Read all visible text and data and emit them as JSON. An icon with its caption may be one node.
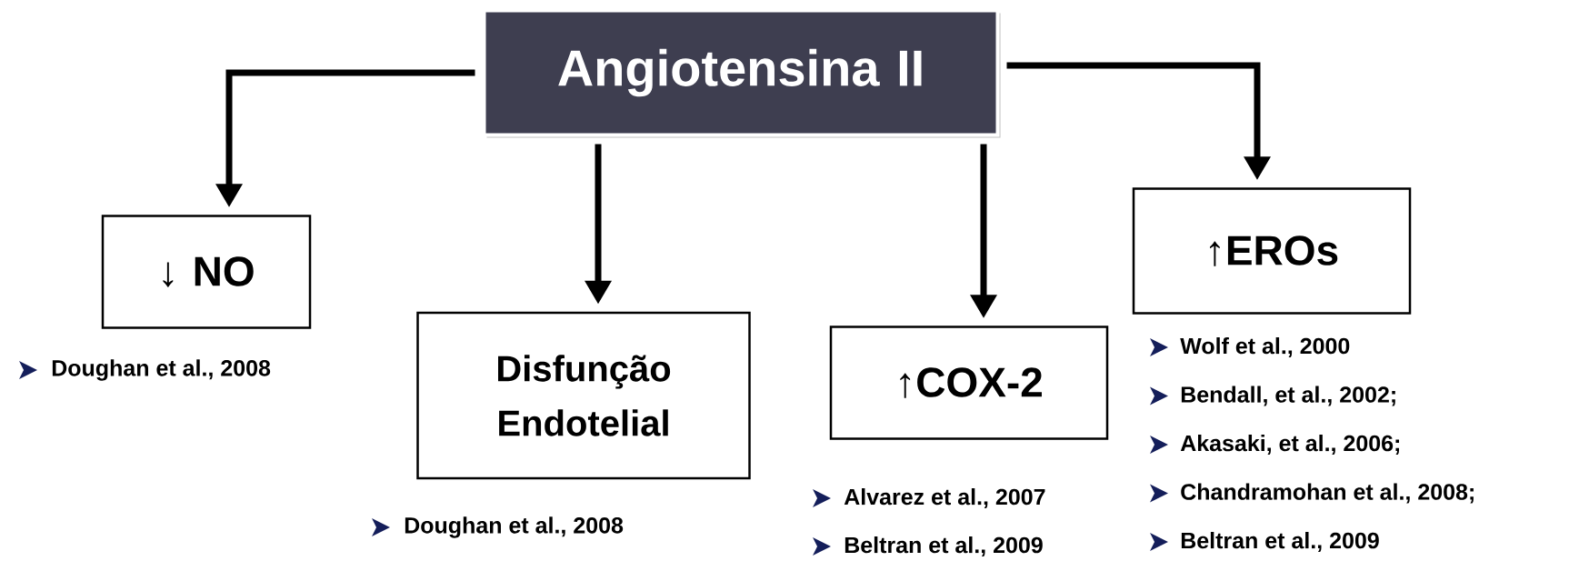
{
  "diagram": {
    "nodes": [
      {
        "text": [
          "Angiotensina II"
        ]
      },
      {
        "text": [
          "↓ NO"
        ],
        "beside": [
          "Doughan et al., 2008"
        ]
      },
      {
        "text": [
          "Disfunção Endotelial"
        ],
        "beside": [
          "Doughan et al., 2008"
        ]
      },
      {
        "text": [
          "↑COX-2"
        ],
        "beside": [
          "Alvarez et al., 2007",
          "Beltran et al., 2009"
        ]
      },
      {
        "text": [
          "↑EROs"
        ],
        "beside": [
          "Wolf et al., 2000",
          "Bendall, et al., 2002;",
          "Akasaki, et al., 2006;",
          "Chandramohan et al., 2008;",
          "Beltran et al., 2009"
        ]
      }
    ],
    "edges": [
      {
        "from": 0,
        "to": 1,
        "arrow": "to"
      },
      {
        "from": 0,
        "to": 2,
        "arrow": "to"
      },
      {
        "from": 0,
        "to": 3,
        "arrow": "to"
      },
      {
        "from": 0,
        "to": 4,
        "arrow": "to"
      }
    ]
  }
}
